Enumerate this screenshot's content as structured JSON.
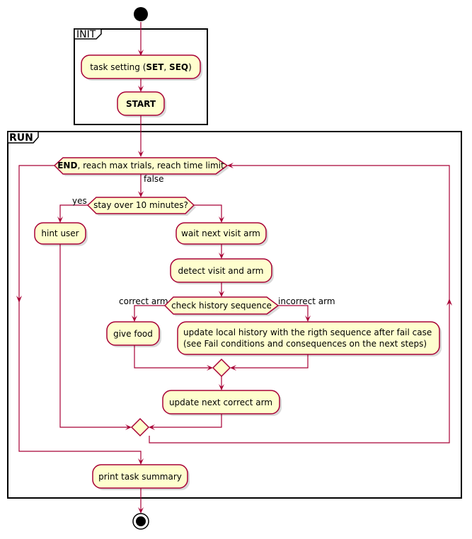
{
  "partitions": {
    "init": "INIT",
    "run": "RUN"
  },
  "nodes": {
    "task_setting": {
      "before": "task setting (",
      "set": "SET",
      "sep": ", ",
      "seq": "SEQ",
      "after": ")"
    },
    "start": "START",
    "loop_condition": {
      "end": "END",
      "rest": ", reach max trials, reach time limit"
    },
    "stay_decision": "stay over 10 minutes?",
    "hint_user": "hint user",
    "wait_visit": "wait next visit arm",
    "detect_visit": "detect visit and arm",
    "check_history": "check history sequence",
    "give_food": "give food",
    "update_history_line1": "update local history with the rigth sequence after fail case",
    "update_history_line2": "(see Fail conditions and consequences on the next steps)",
    "update_next": "update next correct arm",
    "print_summary": "print task summary"
  },
  "edge_labels": {
    "false": "false",
    "yes": "yes",
    "correct_arm": "correct arm",
    "incorrect_arm": "incorrect arm"
  },
  "colors": {
    "node_fill": "#FEFECE",
    "line": "#A80036",
    "frame": "#000000"
  }
}
